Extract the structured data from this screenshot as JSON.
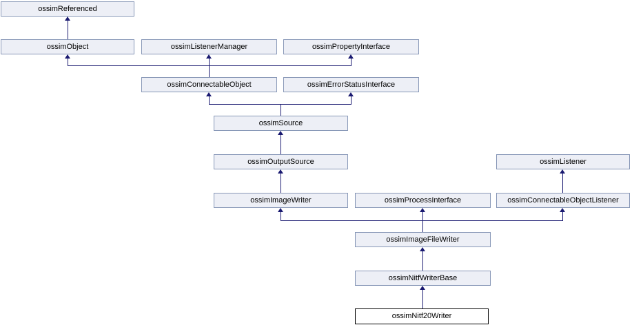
{
  "diagram": {
    "title": "Inheritance diagram for ossimNitf20Writer",
    "type": "class-inheritance-graph",
    "focus_node": "ossimNitf20Writer",
    "nodes": [
      {
        "label": "ossimReferenced"
      },
      {
        "label": "ossimObject"
      },
      {
        "label": "ossimListenerManager"
      },
      {
        "label": "ossimPropertyInterface"
      },
      {
        "label": "ossimConnectableObject"
      },
      {
        "label": "ossimErrorStatusInterface"
      },
      {
        "label": "ossimSource"
      },
      {
        "label": "ossimOutputSource"
      },
      {
        "label": "ossimListener"
      },
      {
        "label": "ossimImageWriter"
      },
      {
        "label": "ossimProcessInterface"
      },
      {
        "label": "ossimConnectableObjectListener"
      },
      {
        "label": "ossimImageFileWriter"
      },
      {
        "label": "ossimNitfWriterBase"
      },
      {
        "label": "ossimNitf20Writer"
      }
    ],
    "edges": [
      {
        "from": "ossimObject",
        "to": "ossimReferenced"
      },
      {
        "from": "ossimConnectableObject",
        "to": "ossimObject"
      },
      {
        "from": "ossimConnectableObject",
        "to": "ossimListenerManager"
      },
      {
        "from": "ossimConnectableObject",
        "to": "ossimPropertyInterface"
      },
      {
        "from": "ossimSource",
        "to": "ossimConnectableObject"
      },
      {
        "from": "ossimSource",
        "to": "ossimErrorStatusInterface"
      },
      {
        "from": "ossimOutputSource",
        "to": "ossimSource"
      },
      {
        "from": "ossimImageWriter",
        "to": "ossimOutputSource"
      },
      {
        "from": "ossimConnectableObjectListener",
        "to": "ossimListener"
      },
      {
        "from": "ossimImageFileWriter",
        "to": "ossimImageWriter"
      },
      {
        "from": "ossimImageFileWriter",
        "to": "ossimProcessInterface"
      },
      {
        "from": "ossimImageFileWriter",
        "to": "ossimConnectableObjectListener"
      },
      {
        "from": "ossimNitfWriterBase",
        "to": "ossimImageFileWriter"
      },
      {
        "from": "ossimNitf20Writer",
        "to": "ossimNitfWriterBase"
      }
    ],
    "colors": {
      "node_fill": "#edeff6",
      "node_border": "#8696b6",
      "focus_fill": "#ffffff",
      "focus_border": "#000000",
      "edge": "#191970",
      "text": "#000000",
      "background": "#ffffff"
    }
  }
}
